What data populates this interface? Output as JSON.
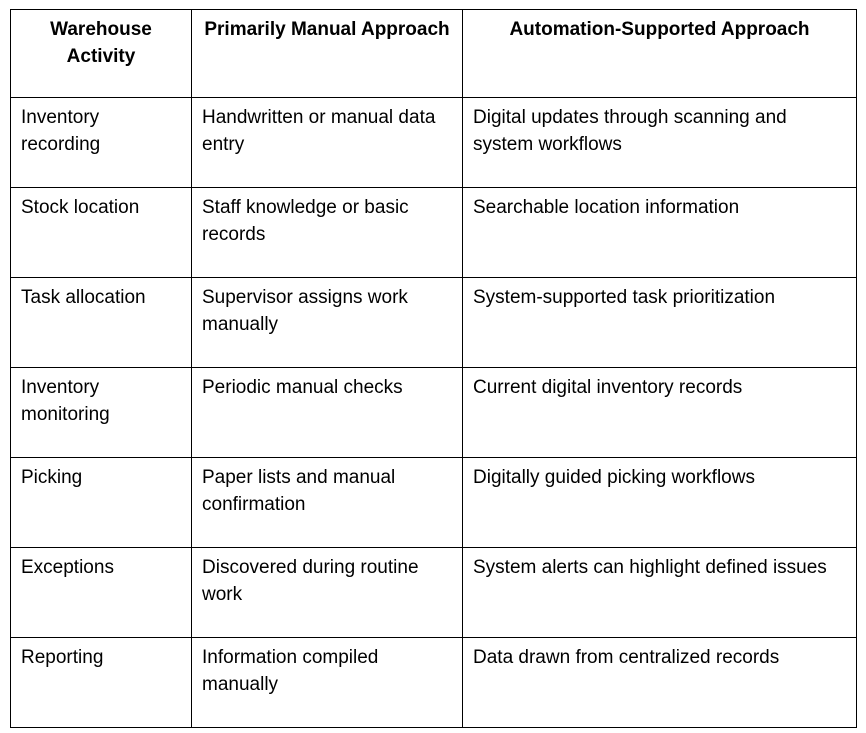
{
  "table": {
    "headers": [
      "Warehouse Activity",
      "Primarily Manual Approach",
      "Automation-Supported Approach"
    ],
    "rows": [
      [
        "Inventory recording",
        "Handwritten or manual data entry",
        "Digital updates through scanning and system workflows"
      ],
      [
        "Stock location",
        "Staff knowledge or basic records",
        "Searchable location information"
      ],
      [
        "Task allocation",
        "Supervisor assigns work manually",
        "System-supported task prioritization"
      ],
      [
        "Inventory monitoring",
        "Periodic manual checks",
        "Current digital inventory records"
      ],
      [
        "Picking",
        "Paper lists and manual confirmation",
        "Digitally guided picking workflows"
      ],
      [
        "Exceptions",
        "Discovered during routine work",
        "System alerts can highlight defined issues"
      ],
      [
        "Reporting",
        "Information compiled manually",
        "Data drawn from centralized records"
      ]
    ]
  }
}
